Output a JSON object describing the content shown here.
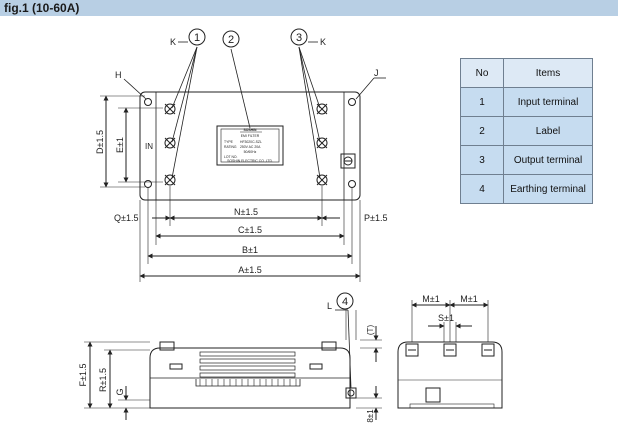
{
  "header": {
    "title": "fig.1 (10-60A)"
  },
  "table": {
    "headers": [
      "No",
      "Items"
    ],
    "rows": [
      {
        "no": "1",
        "item": "Input terminal"
      },
      {
        "no": "2",
        "item": "Label"
      },
      {
        "no": "3",
        "item": "Output terminal"
      },
      {
        "no": "4",
        "item": "Earthing terminal"
      }
    ]
  },
  "callouts": {
    "c1": "1",
    "c2": "2",
    "c3": "3",
    "c4": "4"
  },
  "labels": {
    "K1": "K",
    "K2": "K",
    "H": "H",
    "J": "J",
    "IN": "IN",
    "L": "L",
    "G": "G",
    "T": "(T)",
    "D": "D±1.5",
    "E": "E±1",
    "Q": "Q±1.5",
    "N": "N±1.5",
    "P": "P±1.5",
    "C": "C±1.5",
    "B": "B±1",
    "A": "A±1.5",
    "M1": "M±1",
    "M2": "M±1",
    "S": "S±1",
    "F": "F±1.5",
    "R": "R±1.5",
    "Bot": "8±1"
  },
  "label_text": {
    "brand": "SOSHIN",
    "line1": "EMI FILTER",
    "type_key": "TYPE",
    "type_val": "HF3020C-SZL",
    "rating_key": "RATING",
    "rating_val": "250V AC 20A",
    "hz": "50/60Hz",
    "lot": "LOT NO.",
    "maker": "SOSHIN ELECTRIC CO.,LTD."
  }
}
